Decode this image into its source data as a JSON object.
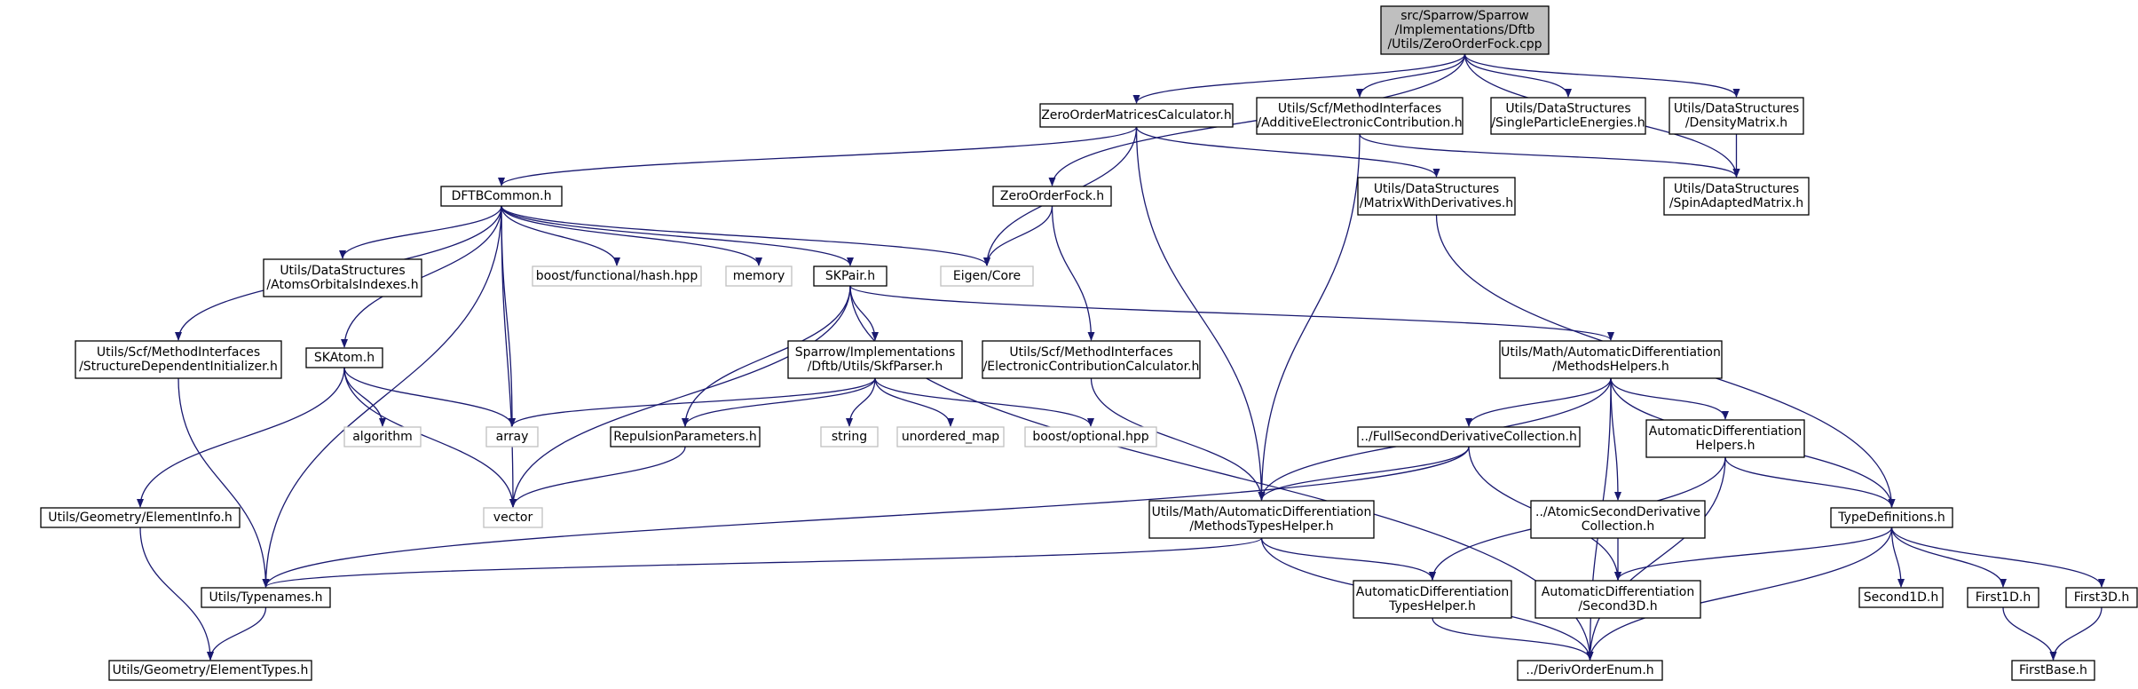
{
  "graph": {
    "colors": {
      "edge": "#191970",
      "root_fill": "#bfbfbf",
      "external_border": "#bfbfbf",
      "internal_border": "#000000"
    },
    "nodes": [
      {
        "id": "zeroorderfock_cpp",
        "type": "root",
        "lines": [
          "src/Sparrow/Sparrow",
          "/Implementations/Dftb",
          "/Utils/ZeroOrderFock.cpp"
        ]
      },
      {
        "id": "zeroordermatricescalculator_h",
        "type": "internal",
        "lines": [
          "ZeroOrderMatricesCalculator.h"
        ]
      },
      {
        "id": "additiveelectroniccontribution_h",
        "type": "internal",
        "lines": [
          "Utils/Scf/MethodInterfaces",
          "/AdditiveElectronicContribution.h"
        ]
      },
      {
        "id": "singleparticleenergies_h",
        "type": "internal",
        "lines": [
          "Utils/DataStructures",
          "/SingleParticleEnergies.h"
        ]
      },
      {
        "id": "densitymatrix_h",
        "type": "internal",
        "lines": [
          "Utils/DataStructures",
          "/DensityMatrix.h"
        ]
      },
      {
        "id": "dftbcommon_h",
        "type": "internal",
        "lines": [
          "DFTBCommon.h"
        ]
      },
      {
        "id": "zeroorderfock_h",
        "type": "internal",
        "lines": [
          "ZeroOrderFock.h"
        ]
      },
      {
        "id": "matrixwithderivatives_h",
        "type": "internal",
        "lines": [
          "Utils/DataStructures",
          "/MatrixWithDerivatives.h"
        ]
      },
      {
        "id": "spinadaptedmatrix_h",
        "type": "internal",
        "lines": [
          "Utils/DataStructures",
          "/SpinAdaptedMatrix.h"
        ]
      },
      {
        "id": "atomsorbitalsindexes_h",
        "type": "internal",
        "lines": [
          "Utils/DataStructures",
          "/AtomsOrbitalsIndexes.h"
        ]
      },
      {
        "id": "boost_functional_hash",
        "type": "external",
        "lines": [
          "boost/functional/hash.hpp"
        ]
      },
      {
        "id": "memory",
        "type": "external",
        "lines": [
          "memory"
        ]
      },
      {
        "id": "skpair_h",
        "type": "internal",
        "lines": [
          "SKPair.h"
        ]
      },
      {
        "id": "eigen_core",
        "type": "external",
        "lines": [
          "Eigen/Core"
        ]
      },
      {
        "id": "structuredependentinitializer_h",
        "type": "internal",
        "lines": [
          "Utils/Scf/MethodInterfaces",
          "/StructureDependentInitializer.h"
        ]
      },
      {
        "id": "skatom_h",
        "type": "internal",
        "lines": [
          "SKAtom.h"
        ]
      },
      {
        "id": "skfparser_h",
        "type": "internal",
        "lines": [
          "Sparrow/Implementations",
          "/Dftb/Utils/SkfParser.h"
        ]
      },
      {
        "id": "electroniccontributioncalculator_h",
        "type": "internal",
        "lines": [
          "Utils/Scf/MethodInterfaces",
          "/ElectronicContributionCalculator.h"
        ]
      },
      {
        "id": "methodshelpers_h",
        "type": "internal",
        "lines": [
          "Utils/Math/AutomaticDifferentiation",
          "/MethodsHelpers.h"
        ]
      },
      {
        "id": "algorithm",
        "type": "external",
        "lines": [
          "algorithm"
        ]
      },
      {
        "id": "array",
        "type": "external",
        "lines": [
          "array"
        ]
      },
      {
        "id": "repulsionparameters_h",
        "type": "internal",
        "lines": [
          "RepulsionParameters.h"
        ]
      },
      {
        "id": "string",
        "type": "external",
        "lines": [
          "string"
        ]
      },
      {
        "id": "unordered_map",
        "type": "external",
        "lines": [
          "unordered_map"
        ]
      },
      {
        "id": "boost_optional",
        "type": "external",
        "lines": [
          "boost/optional.hpp"
        ]
      },
      {
        "id": "fullsecondderivativecollection_h",
        "type": "internal",
        "lines": [
          "../FullSecondDerivativeCollection.h"
        ]
      },
      {
        "id": "automaticdifferentiationhelpers_h",
        "type": "internal",
        "lines": [
          "AutomaticDifferentiation",
          "Helpers.h"
        ]
      },
      {
        "id": "elementinfo_h",
        "type": "internal",
        "lines": [
          "Utils/Geometry/ElementInfo.h"
        ]
      },
      {
        "id": "vector",
        "type": "external",
        "lines": [
          "vector"
        ]
      },
      {
        "id": "methodstypeshelper_h",
        "type": "internal",
        "lines": [
          "Utils/Math/AutomaticDifferentiation",
          "/MethodsTypesHelper.h"
        ]
      },
      {
        "id": "atomicsecondderivativecollection_h",
        "type": "internal",
        "lines": [
          "../AtomicSecondDerivative",
          "Collection.h"
        ]
      },
      {
        "id": "typedefinitions_h",
        "type": "internal",
        "lines": [
          "TypeDefinitions.h"
        ]
      },
      {
        "id": "typenames_h",
        "type": "internal",
        "lines": [
          "Utils/Typenames.h"
        ]
      },
      {
        "id": "automaticdifferentiationtypeshelper_h",
        "type": "internal",
        "lines": [
          "AutomaticDifferentiation",
          "TypesHelper.h"
        ]
      },
      {
        "id": "second3d_h",
        "type": "internal",
        "lines": [
          "AutomaticDifferentiation",
          "/Second3D.h"
        ]
      },
      {
        "id": "second1d_h",
        "type": "internal",
        "lines": [
          "Second1D.h"
        ]
      },
      {
        "id": "first1d_h",
        "type": "internal",
        "lines": [
          "First1D.h"
        ]
      },
      {
        "id": "first3d_h",
        "type": "internal",
        "lines": [
          "First3D.h"
        ]
      },
      {
        "id": "elementtypes_h",
        "type": "internal",
        "lines": [
          "Utils/Geometry/ElementTypes.h"
        ]
      },
      {
        "id": "derivorderenum_h",
        "type": "internal",
        "lines": [
          "../DerivOrderEnum.h"
        ]
      },
      {
        "id": "firstbase_h",
        "type": "internal",
        "lines": [
          "FirstBase.h"
        ]
      }
    ],
    "edges": [
      [
        "zeroorderfock_cpp",
        "zeroordermatricescalculator_h"
      ],
      [
        "zeroorderfock_cpp",
        "zeroorderfock_h"
      ],
      [
        "zeroorderfock_cpp",
        "additiveelectroniccontribution_h"
      ],
      [
        "zeroorderfock_cpp",
        "singleparticleenergies_h"
      ],
      [
        "zeroorderfock_cpp",
        "densitymatrix_h"
      ],
      [
        "zeroorderfock_cpp",
        "spinadaptedmatrix_h"
      ],
      [
        "zeroordermatricescalculator_h",
        "dftbcommon_h"
      ],
      [
        "zeroordermatricescalculator_h",
        "eigen_core"
      ],
      [
        "zeroordermatricescalculator_h",
        "matrixwithderivatives_h"
      ],
      [
        "zeroordermatricescalculator_h",
        "methodstypeshelper_h"
      ],
      [
        "additiveelectroniccontribution_h",
        "methodstypeshelper_h"
      ],
      [
        "additiveelectroniccontribution_h",
        "spinadaptedmatrix_h"
      ],
      [
        "densitymatrix_h",
        "spinadaptedmatrix_h"
      ],
      [
        "zeroorderfock_h",
        "eigen_core"
      ],
      [
        "zeroorderfock_h",
        "electroniccontributioncalculator_h"
      ],
      [
        "matrixwithderivatives_h",
        "typedefinitions_h"
      ],
      [
        "dftbcommon_h",
        "atomsorbitalsindexes_h"
      ],
      [
        "dftbcommon_h",
        "boost_functional_hash"
      ],
      [
        "dftbcommon_h",
        "memory"
      ],
      [
        "dftbcommon_h",
        "skpair_h"
      ],
      [
        "dftbcommon_h",
        "eigen_core"
      ],
      [
        "dftbcommon_h",
        "structuredependentinitializer_h"
      ],
      [
        "dftbcommon_h",
        "skatom_h"
      ],
      [
        "dftbcommon_h",
        "array"
      ],
      [
        "dftbcommon_h",
        "vector"
      ],
      [
        "dftbcommon_h",
        "typenames_h"
      ],
      [
        "skpair_h",
        "skfparser_h"
      ],
      [
        "skpair_h",
        "repulsionparameters_h"
      ],
      [
        "skpair_h",
        "vector"
      ],
      [
        "skpair_h",
        "methodshelpers_h"
      ],
      [
        "skpair_h",
        "derivorderenum_h"
      ],
      [
        "structuredependentinitializer_h",
        "typenames_h"
      ],
      [
        "skatom_h",
        "algorithm"
      ],
      [
        "skatom_h",
        "array"
      ],
      [
        "skatom_h",
        "vector"
      ],
      [
        "skatom_h",
        "elementinfo_h"
      ],
      [
        "skfparser_h",
        "array"
      ],
      [
        "skfparser_h",
        "repulsionparameters_h"
      ],
      [
        "skfparser_h",
        "string"
      ],
      [
        "skfparser_h",
        "unordered_map"
      ],
      [
        "skfparser_h",
        "boost_optional"
      ],
      [
        "repulsionparameters_h",
        "vector"
      ],
      [
        "electroniccontributioncalculator_h",
        "methodstypeshelper_h"
      ],
      [
        "methodshelpers_h",
        "fullsecondderivativecollection_h"
      ],
      [
        "methodshelpers_h",
        "methodstypeshelper_h"
      ],
      [
        "methodshelpers_h",
        "atomicsecondderivativecollection_h"
      ],
      [
        "methodshelpers_h",
        "automaticdifferentiationhelpers_h"
      ],
      [
        "methodshelpers_h",
        "typedefinitions_h"
      ],
      [
        "methodshelpers_h",
        "derivorderenum_h"
      ],
      [
        "fullsecondderivativecollection_h",
        "methodstypeshelper_h"
      ],
      [
        "fullsecondderivativecollection_h",
        "typenames_h"
      ],
      [
        "fullsecondderivativecollection_h",
        "second3d_h"
      ],
      [
        "automaticdifferentiationhelpers_h",
        "automaticdifferentiationtypeshelper_h"
      ],
      [
        "automaticdifferentiationhelpers_h",
        "typedefinitions_h"
      ],
      [
        "automaticdifferentiationhelpers_h",
        "derivorderenum_h"
      ],
      [
        "elementinfo_h",
        "elementtypes_h"
      ],
      [
        "methodstypeshelper_h",
        "typenames_h"
      ],
      [
        "methodstypeshelper_h",
        "automaticdifferentiationtypeshelper_h"
      ],
      [
        "methodstypeshelper_h",
        "derivorderenum_h"
      ],
      [
        "atomicsecondderivativecollection_h",
        "second3d_h"
      ],
      [
        "typedefinitions_h",
        "second3d_h"
      ],
      [
        "typedefinitions_h",
        "second1d_h"
      ],
      [
        "typedefinitions_h",
        "first1d_h"
      ],
      [
        "typedefinitions_h",
        "first3d_h"
      ],
      [
        "typedefinitions_h",
        "derivorderenum_h"
      ],
      [
        "typenames_h",
        "elementtypes_h"
      ],
      [
        "automaticdifferentiationtypeshelper_h",
        "derivorderenum_h"
      ],
      [
        "first1d_h",
        "firstbase_h"
      ],
      [
        "first3d_h",
        "firstbase_h"
      ]
    ]
  }
}
